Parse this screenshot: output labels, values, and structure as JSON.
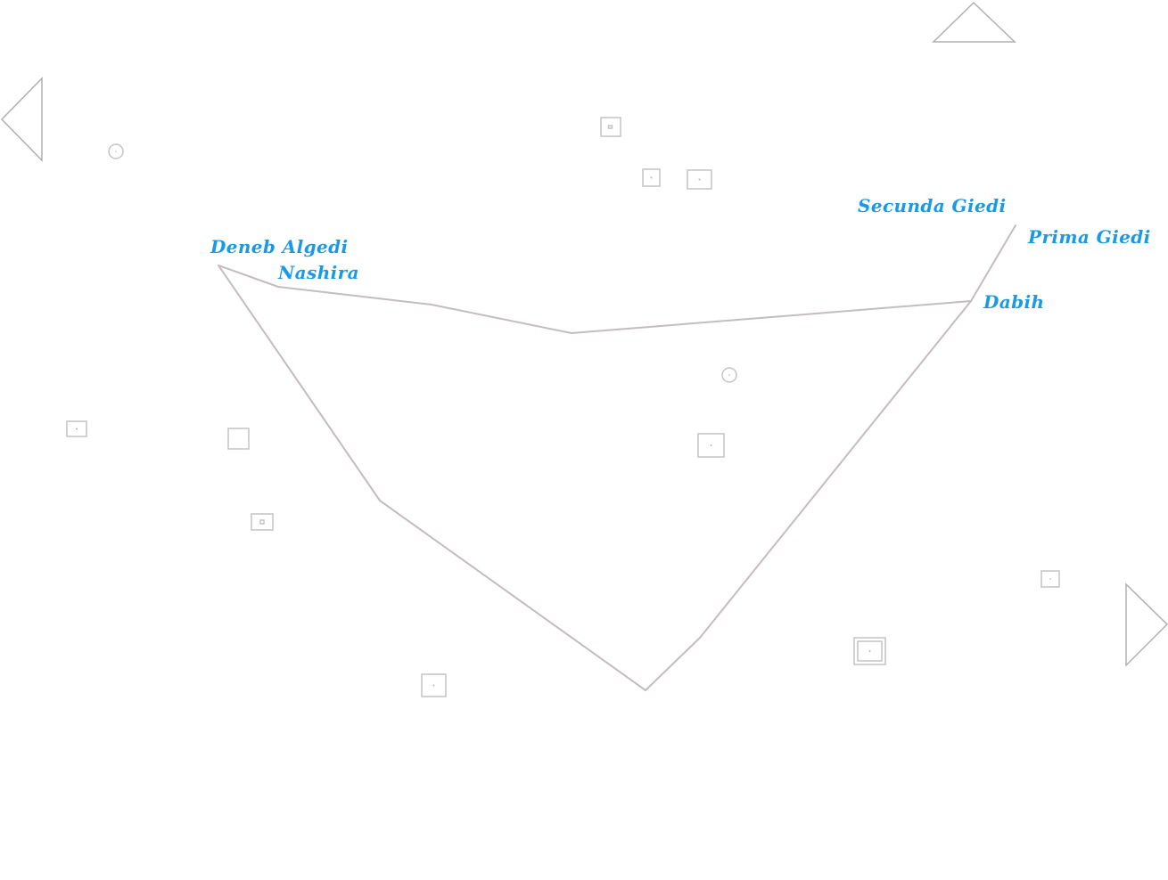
{
  "star_labels": {
    "deneb_algedi": "Deneb Algedi",
    "nashira": "Nashira",
    "secunda_giedi": "Secunda Giedi",
    "prima_giedi": "Prima Giedi",
    "dabih": "Dabih"
  },
  "colors": {
    "label": "#1a9ae6",
    "constellation_line": "#c4bcbe",
    "marker": "#c4c4c4",
    "background": "#ffffff"
  },
  "icons": {
    "pan_up": "triangle-up-icon",
    "pan_left": "triangle-left-icon",
    "pan_right": "triangle-right-icon",
    "galaxy_marker": "square-icon",
    "cluster_marker": "circle-icon"
  }
}
